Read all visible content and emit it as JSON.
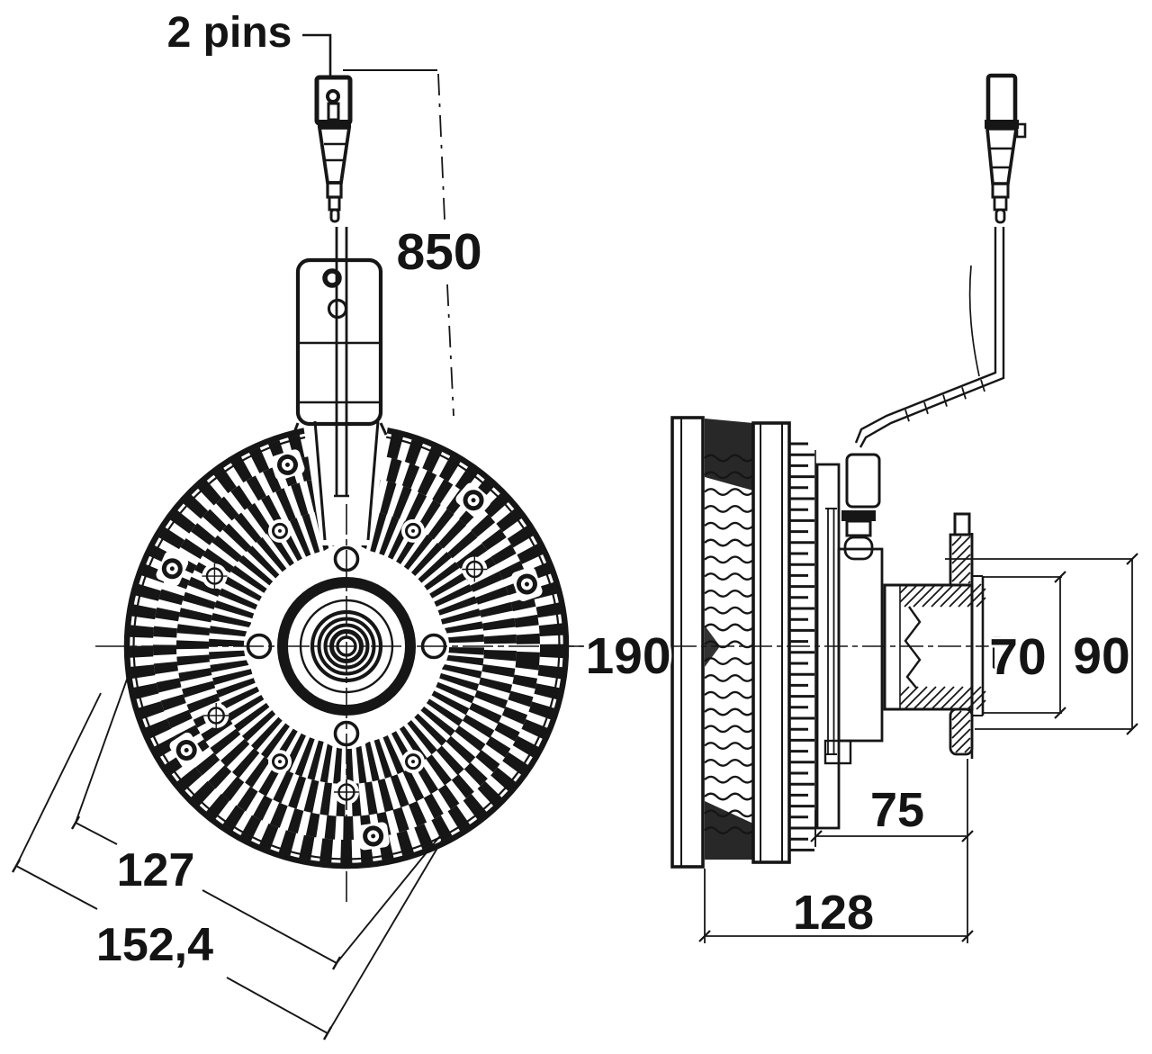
{
  "page": {
    "background": "#ffffff",
    "ink": "#161616"
  },
  "labels": {
    "pins": "2 pins",
    "cable_length": "850",
    "bolt_circle": "127",
    "bolt_circle_outer": "152,4",
    "clutch_diameter": "190",
    "pilot_diameter": "70",
    "flange_diameter": "90",
    "rear_depth": "75",
    "overall_depth": "128"
  }
}
